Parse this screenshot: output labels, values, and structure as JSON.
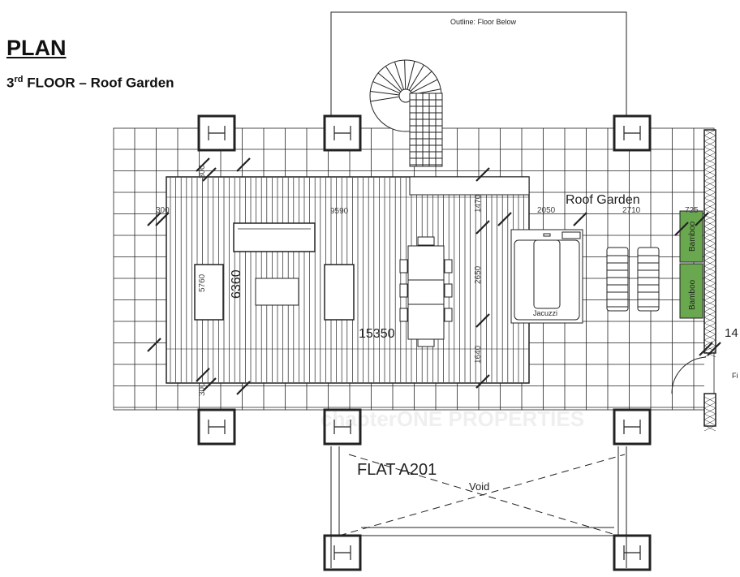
{
  "header": {
    "title": "PLAN",
    "subtitle_floor": "3",
    "subtitle_sup": "rd",
    "subtitle_rest": " FLOOR – Roof Garden"
  },
  "plan": {
    "outline_label": "Outline: Floor Below",
    "roof_garden_label": "Roof Garden",
    "jacuzzi_label": "Jacuzzi",
    "bamboo_labels": [
      "Bamboo",
      "Bamboo"
    ],
    "flat_label": "FLAT A201",
    "void_label": "Void",
    "partial_dim": "14",
    "partial_room": "Fi",
    "watermark": "chapterONE PROPERTIES",
    "dimensions": {
      "total_length": "15350",
      "deck_width": "6360",
      "sofa_width": "5760",
      "deck_length": "9590",
      "edge_left": "300",
      "edge_top": "300",
      "edge_bottom": "300",
      "step_top": "1470",
      "mid": "2650",
      "step_bottom": "1640",
      "jacuzzi_zone": "2050",
      "lounger_zone": "2710",
      "planter": "725"
    },
    "colors": {
      "bamboo": "#6aa84f",
      "line": "#222222"
    }
  }
}
